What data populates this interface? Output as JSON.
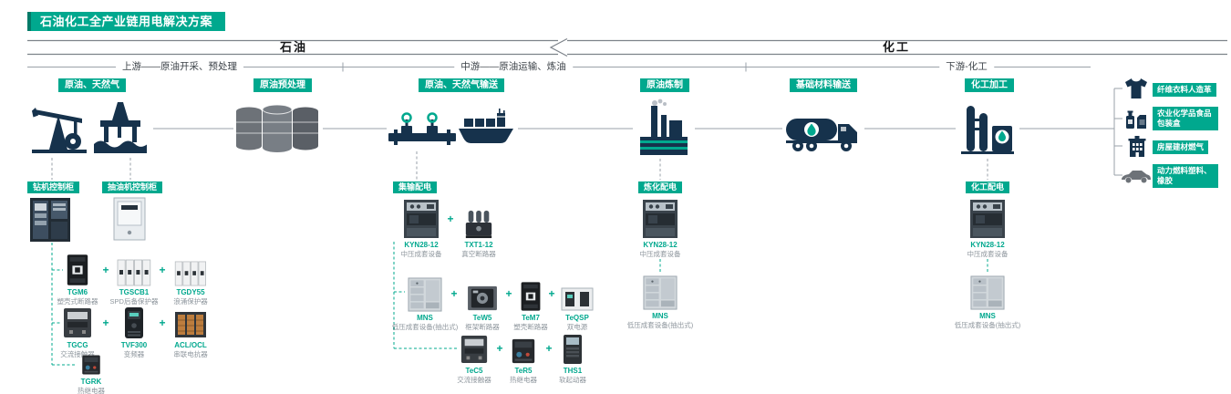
{
  "banner": {
    "title": "石油化工全产业链用电解决方案"
  },
  "header": {
    "petroleum": "石油",
    "chemical": "化工"
  },
  "stages": {
    "upstream": "上游——原油开采、预处理",
    "midstream": "中游——原油运输、炼油",
    "downstream": "下游-化工"
  },
  "process": {
    "crude_gas": "原油、天然气",
    "pretreatment": "原油预处理",
    "transport": "原油、天然气输送",
    "refining": "原油炼制",
    "materials": "基础材料输送",
    "processing": "化工加工"
  },
  "end_products": [
    {
      "label": "纤维衣料人造革",
      "icon": "tshirt-icon"
    },
    {
      "label": "农业化学品食品包装盒",
      "icon": "chemicals-icon"
    },
    {
      "label": "房屋建材燃气",
      "icon": "building-icon"
    },
    {
      "label": "动力燃料塑料、橡胶",
      "icon": "car-icon"
    }
  ],
  "panels": {
    "drill": "钻机控制柜",
    "pump": "抽油机控制柜",
    "gathering": "集输配电",
    "refining": "炼化配电",
    "chemical": "化工配电"
  },
  "products": {
    "tgm6": {
      "name": "TGM6",
      "desc": "塑壳式断路器"
    },
    "tgscb1": {
      "name": "TGSCB1",
      "desc": "SPD后备保护器"
    },
    "tgdy55": {
      "name": "TGDY55",
      "desc": "浪涌保护器"
    },
    "tgcg": {
      "name": "TGCG",
      "desc": "交流接触器"
    },
    "tvf300": {
      "name": "TVF300",
      "desc": "变频器"
    },
    "aclocl": {
      "name": "ACL/OCL",
      "desc": "串联电抗器"
    },
    "tgrk": {
      "name": "TGRK",
      "desc": "热继电器"
    },
    "kyn28": {
      "name": "KYN28-12",
      "desc": "中压成套设备"
    },
    "txt1": {
      "name": "TXT1-12",
      "desc": "真空断路器"
    },
    "mns": {
      "name": "MNS",
      "desc": "低压成套设备(抽出式)"
    },
    "tew5": {
      "name": "TeW5",
      "desc": "框架断路器"
    },
    "tem7": {
      "name": "TeM7",
      "desc": "塑壳断路器"
    },
    "teqsp": {
      "name": "TeQSP",
      "desc": "双电源"
    },
    "tec5": {
      "name": "TeC5",
      "desc": "交流接触器"
    },
    "ter5": {
      "name": "TeR5",
      "desc": "热继电器"
    },
    "ths1": {
      "name": "THS1",
      "desc": "软起动器"
    }
  },
  "ui": {
    "plus": "+"
  },
  "colors": {
    "accent": "#00a88e",
    "icon_dark": "#16324c",
    "line": "#9aa1a8"
  }
}
